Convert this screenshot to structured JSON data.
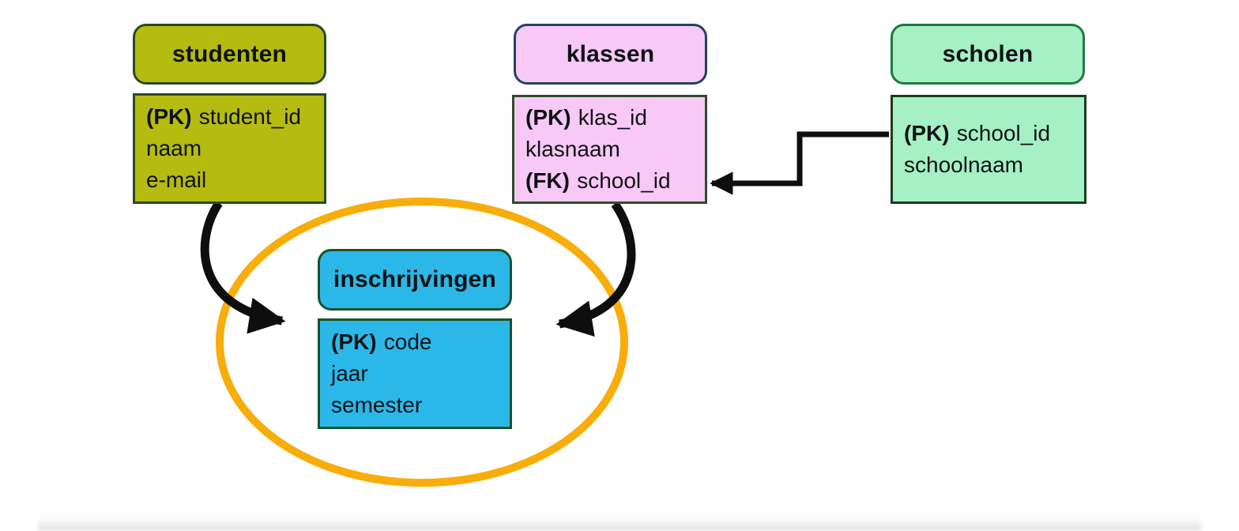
{
  "diagram": {
    "background_color": "#ffffff",
    "arrow_color": "#0e0e0e",
    "ellipse_color": "#f8ad0b",
    "tables": [
      {
        "id": "studenten",
        "title": "studenten",
        "fill_color": "#b5bb10",
        "header_border_color": "#2b4a1e",
        "body_border_color": "#2b4a1e",
        "fields": [
          {
            "prefix": "(PK)",
            "name": "student_id"
          },
          {
            "prefix": "",
            "name": "naam"
          },
          {
            "prefix": "",
            "name": "e-mail"
          }
        ]
      },
      {
        "id": "klassen",
        "title": "klassen",
        "fill_color": "#f8c8f7",
        "header_border_color": "#23445e",
        "body_border_color": "#2d4c2d",
        "fields": [
          {
            "prefix": "(PK)",
            "name": "klas_id"
          },
          {
            "prefix": "",
            "name": "klasnaam"
          },
          {
            "prefix": "(FK)",
            "name": "school_id"
          }
        ]
      },
      {
        "id": "scholen",
        "title": "scholen",
        "fill_color": "#a5f0c4",
        "header_border_color": "#1f7a40",
        "body_border_color": "#1b3c20",
        "fields": [
          {
            "prefix": "(PK)",
            "name": "school_id"
          },
          {
            "prefix": "",
            "name": "schoolnaam"
          }
        ]
      },
      {
        "id": "inschrijvingen",
        "title": "inschrijvingen",
        "fill_color": "#2bb8e8",
        "header_border_color": "#1b5226",
        "body_border_color": "#1b5226",
        "fields": [
          {
            "prefix": "(PK)",
            "name": "code"
          },
          {
            "prefix": "",
            "name": "jaar"
          },
          {
            "prefix": "",
            "name": "semester"
          }
        ]
      }
    ],
    "relations": [
      {
        "from": "studenten",
        "to": "inschrijvingen",
        "style": "curved-arrow"
      },
      {
        "from": "klassen",
        "to": "inschrijvingen",
        "style": "curved-arrow"
      },
      {
        "from": "scholen",
        "to": "klassen",
        "style": "elbow-arrow",
        "target_field": "school_id"
      }
    ]
  }
}
